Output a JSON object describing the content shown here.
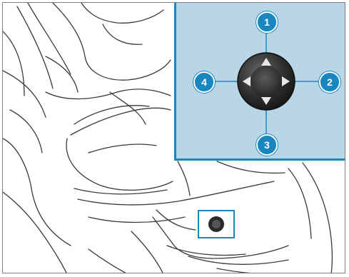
{
  "figure": {
    "type": "seat-adjustment-switch-illustration",
    "callouts": [
      {
        "id": "callout-1",
        "label": "1",
        "direction": "up"
      },
      {
        "id": "callout-2",
        "label": "2",
        "direction": "right"
      },
      {
        "id": "callout-3",
        "label": "3",
        "direction": "down"
      },
      {
        "id": "callout-4",
        "label": "4",
        "direction": "left"
      }
    ],
    "colors": {
      "accent": "#1a86c0",
      "inset_background": "#b9d6e6",
      "knob_dark": "#2a2a2a",
      "line_art": "#3a3a3a"
    },
    "icons": [
      "adjustment-knob-icon",
      "arrow-up-icon",
      "arrow-right-icon",
      "arrow-down-icon",
      "arrow-left-icon"
    ]
  }
}
